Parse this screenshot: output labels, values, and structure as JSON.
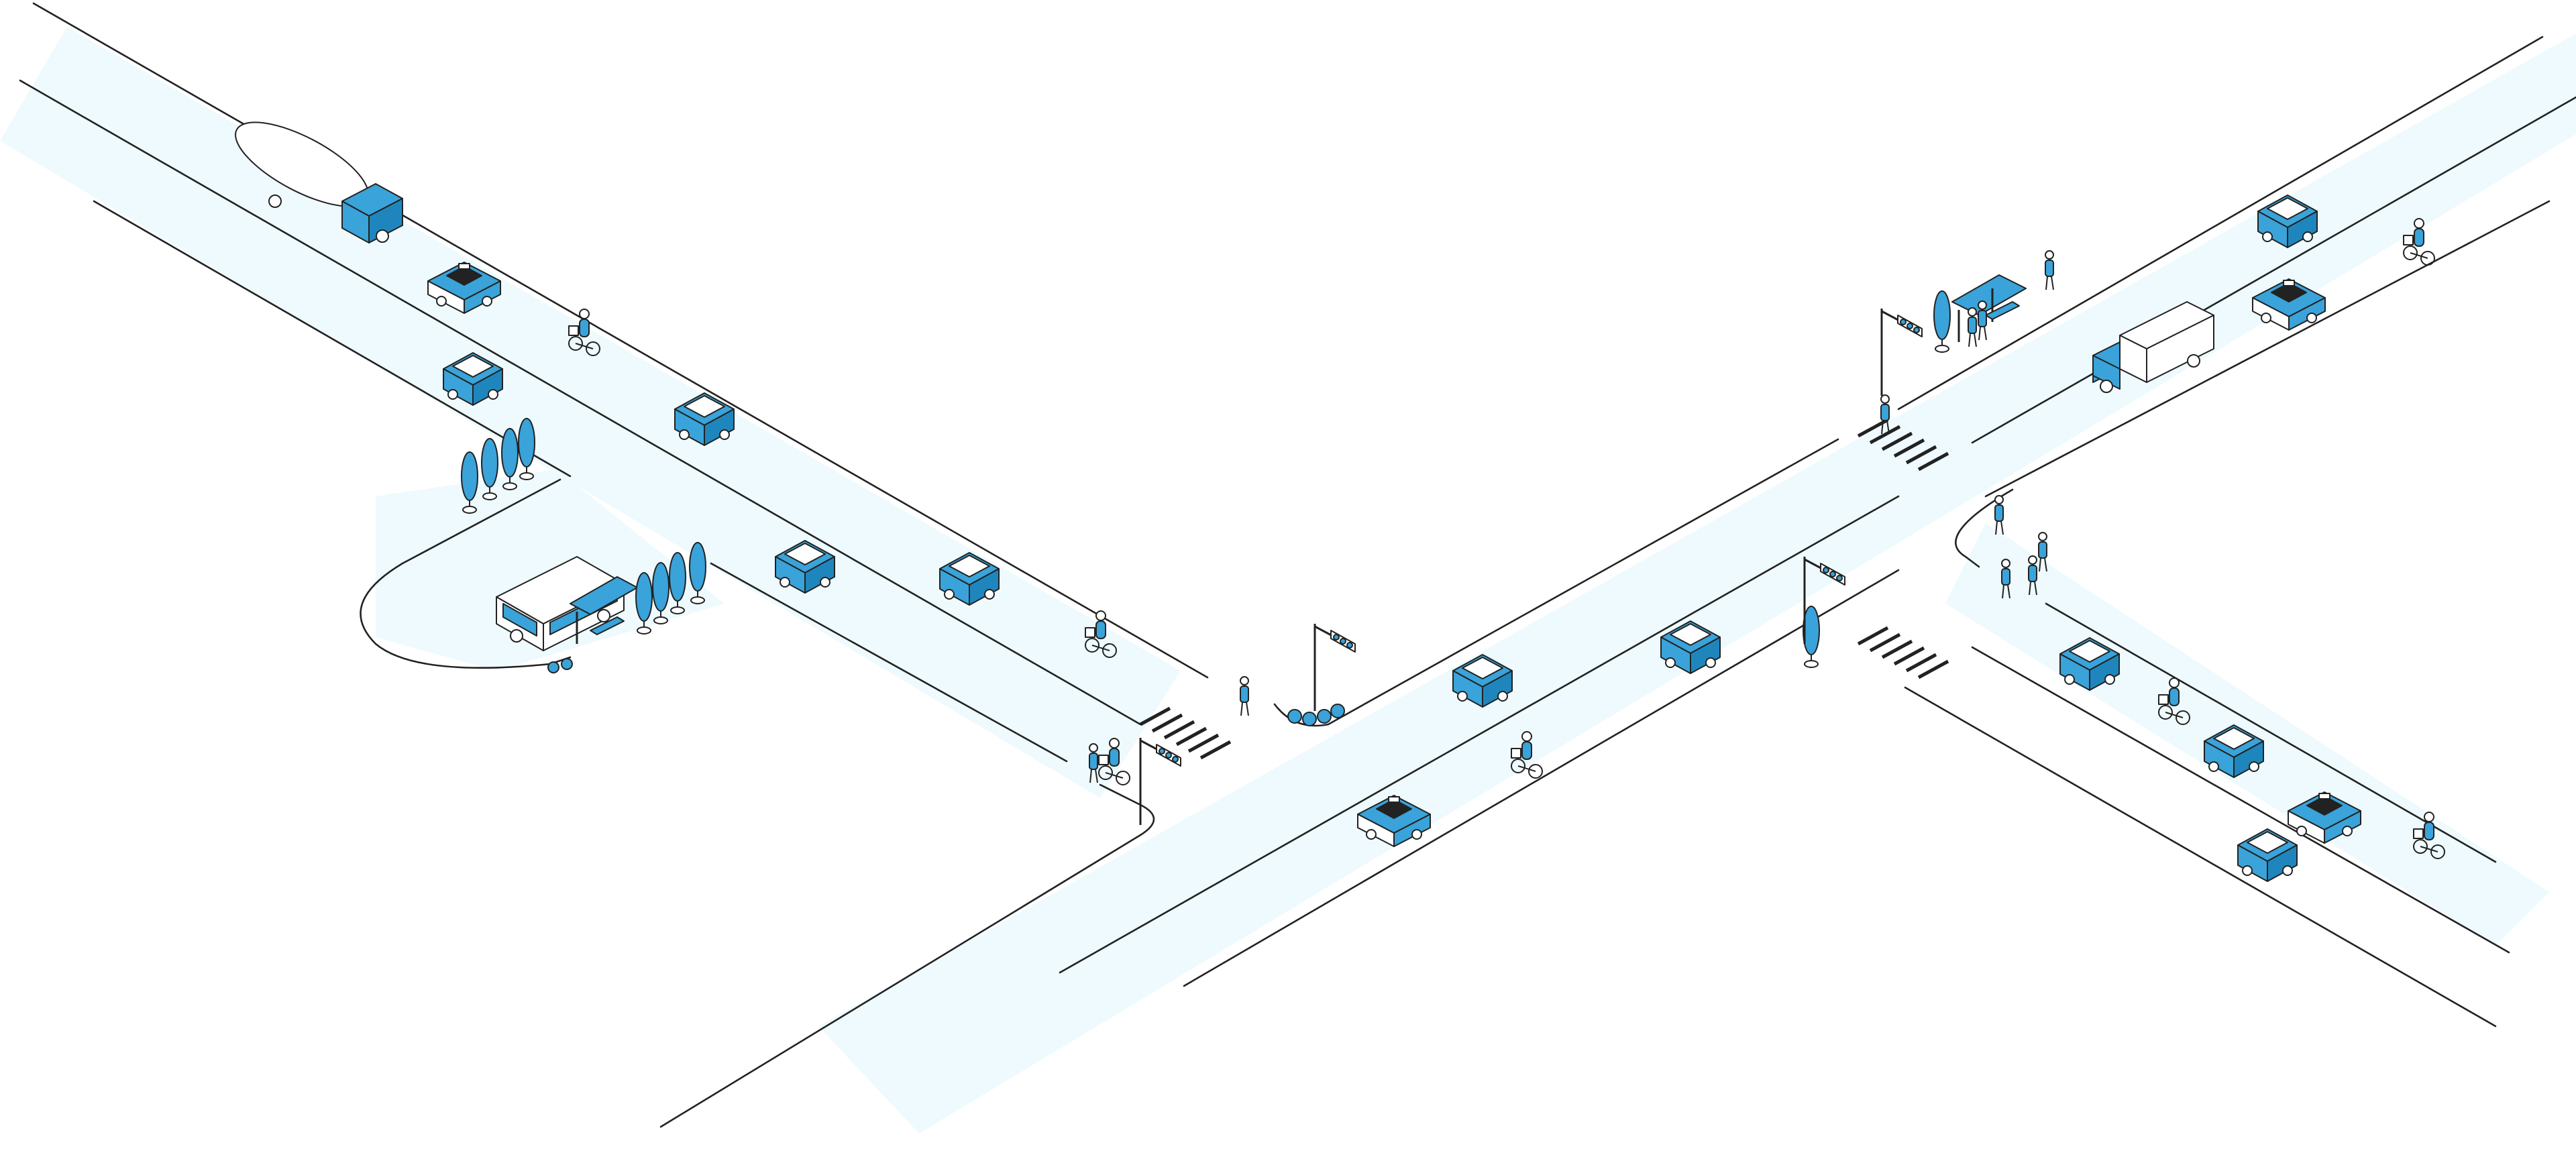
{
  "scene": {
    "kind": "isometric-street-intersection",
    "colors": {
      "accent": "#3aa3d9",
      "accent_dark": "#1f86bd",
      "road_tint": "#eefafd",
      "line": "#222222",
      "background": "#ffffff"
    },
    "vehicle_counts": {
      "cars": 14,
      "taxis": 4,
      "trucks": 2,
      "buses": 1,
      "cyclists": 7
    }
  }
}
